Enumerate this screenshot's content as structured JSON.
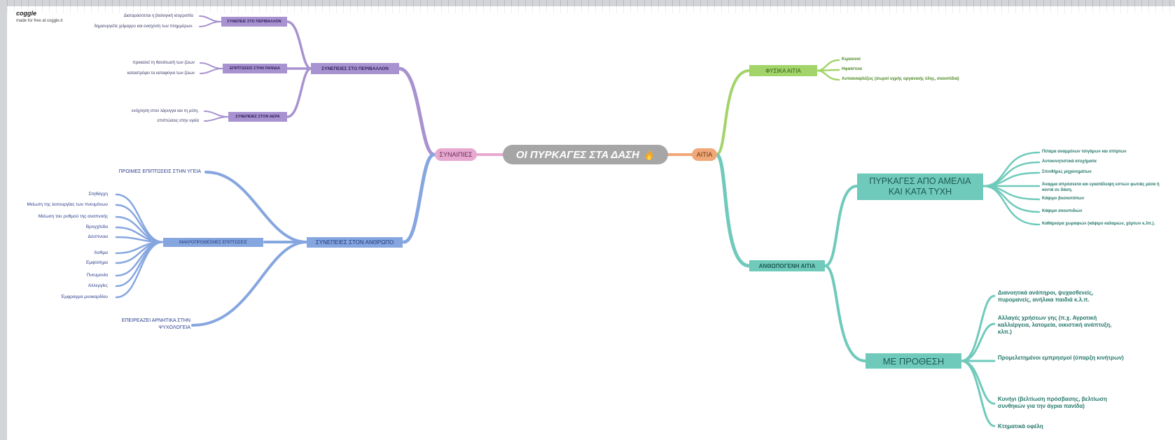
{
  "logo": {
    "brand": "coggle",
    "tagline": "made for free at coggle.it"
  },
  "root": {
    "title": "ΟΙ ΠΥΡΚΑΓΕΣ ΣΤΑ ΔΑΣΗ",
    "icon": "fire-icon"
  },
  "left": {
    "main": "ΣΥΝΑΙΠΙΕΣ",
    "env": {
      "title": "ΣΥΝΕΠΕΙΕΣ ΣΤΟ ΠΕΡΙΒΑΛΛΟΝ",
      "groups": [
        {
          "title": "ΣΥΝΕΠΕΙΣ ΣΤΟ ΠΕΡΙΒΑΛΛΟΝ",
          "items": [
            "Διαταράσσεται η βιολογική ισορροπία",
            "δημιουργείτε χείμαρρυ και ενισχύση των πλημμύρων."
          ]
        },
        {
          "title": "ΕΠΙΠΤΩΣΕΙΣ ΣΤΗΝ ΠΑΝΙΔΑ",
          "items": [
            "προκαλεί τη θανάτωσή των ζώων",
            "καταστρέφει τα καταφύγια των ζώων"
          ]
        },
        {
          "title": "ΣΥΝΕΠΕΙΕΣ ΣΤΟΝ ΑΕΡΑ",
          "items": [
            "ενόχληση στον λάρυγγα και τη μύτη.",
            "επιπτώσεις στην υγεία"
          ]
        }
      ]
    },
    "human": {
      "title": "ΣΥΝΕΠΕΙΕΣ ΣΤΟΝ ΑΝΘΡΩΠΟ",
      "early": "ΠΡΩΙΜΕΣ ΕΠΙΠΤΩΣΕΙΣ ΣΤΗΝ ΥΓΕΙΑ",
      "long_title": "ΜΑΚΡΟΠΡΟΘΕΣΜΕΣ ΕΠΙΠΤΩΣΕΙΣ",
      "long_items": [
        "Στηθάγχη",
        "Μείωση της λειτουργίας των πνευμόνων",
        "Μείωση του ρυθμού της αναπνοής",
        "Βρογχίτιδα",
        "Δύσπνοια",
        "Άσθμα",
        "Εμφύσημα",
        "Πνευμονία",
        "Αλλεργίες",
        "Έμφραγμα μυοκαρδίου"
      ],
      "psych": "ΕΠΕΙΡΕΑΖΕΙ ΑΡΝΗΤΙΚΑ ΣΤΗΝ ΨΥΧΟΛΟΓΕΙΑ"
    }
  },
  "right": {
    "main": "ΑΙΤΙΑ",
    "natural": {
      "title": "ΦΥΣΙΚΑ ΑΙΤΙΑ",
      "items": [
        "Κεραυνοί",
        "Ηφαίστεια",
        "Αυτοαναφλέξεις (σωροί υγρής οργανικής ύλης, σκουπίδια)"
      ]
    },
    "human": {
      "title": "ΑΝΘΩΠΟΓΕΝΗ ΑΙΤΙΑ",
      "neglect": {
        "title": "ΠΥΡΚΑΓΕΣ ΑΠΟ ΑΜΕΛΙΑ ΚΑΙ ΚΑΤΑ ΤΥΧΗ",
        "items": [
          "Πέταμα αναμμένων τσιγάρων και σπίρτων",
          "Αυτοκινητιστικά ατυχήματα",
          "Σπινθήρες μηχανημάτων",
          "Άναμμα απρόσεκτα και εγκατάλειψη εστιών φωτιάς μέσα ή κοντά σε δάση.",
          "Κάψιμο βοσκοτόπων",
          "Κάψιμο σκουπιδιών",
          "Καθάρισμα χωραφιών (κάψιμο καλαμιών, χόρτων κ.λπ.)."
        ]
      },
      "intent": {
        "title": "ΜΕ ΠΡΟΘΕΣΗ",
        "items": [
          "Διανοητικά ανάπηροι, ψυχασθενείς, πυρομανείς, ανήλικα παιδιά κ.λ.π.",
          "Αλλαγές χρήσεων γης (π.χ. Αγροτική καλλιέργεια, λατομεία, οικιστική ανάπτυξη, κλπ.)",
          "Προμελετημένοι εμπρησμοί (ύπαρξη κινήτρων)",
          "Κυνήγι (βελτίωση πρόσβασης, βελτίωση συνθηκών για την άγρια πανίδα)",
          "Κτηματικά οφέλη"
        ]
      }
    }
  },
  "colors": {
    "purple": "#a892d0",
    "blue": "#86a6e0",
    "green": "#a3d46a",
    "teal": "#6fcabb",
    "orange": "#f0a878",
    "pink": "#e7a9cf",
    "grey": "#a6a6a6"
  }
}
